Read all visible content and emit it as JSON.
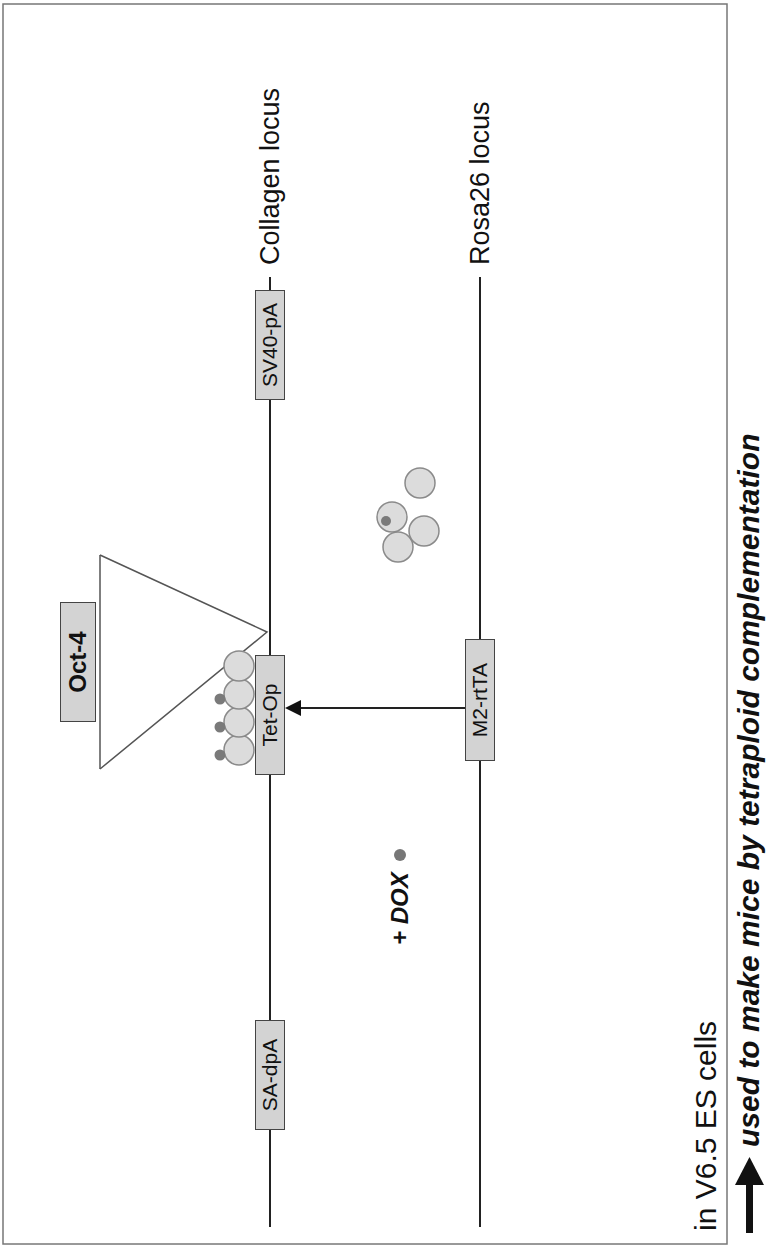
{
  "diagram": {
    "nodes": [
      {
        "text": [
          "Oct-4"
        ]
      },
      {
        "text": [
          "SA-dpA"
        ]
      },
      {
        "text": [
          "Tet-Op"
        ]
      },
      {
        "text": [
          "SV40-pA"
        ]
      },
      {
        "text": [
          "M2-rtTA"
        ]
      }
    ],
    "edges": [
      {
        "from": 1,
        "to": 2,
        "arrow": "none"
      },
      {
        "from": 2,
        "to": 3,
        "arrow": "none"
      },
      {
        "from": 4,
        "to": 2,
        "arrow": "to"
      }
    ],
    "labels": [
      "Collagen locus",
      "Rosa26 locus",
      "+ DOX",
      "in V6.5 ES cells",
      "used to make mice by tetraploid complementation"
    ]
  }
}
